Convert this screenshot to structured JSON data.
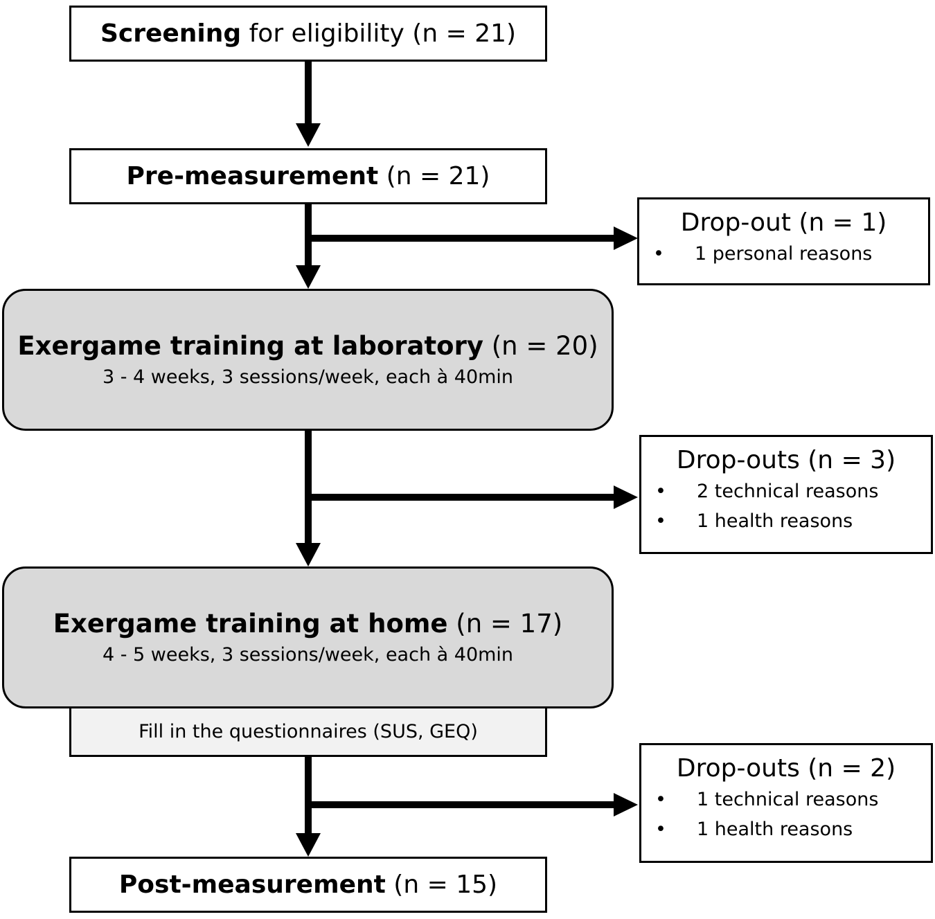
{
  "steps": {
    "screening": {
      "bold": "Screening",
      "rest": " for eligibility (n = 21)"
    },
    "pre": {
      "bold": "Pre-measurement",
      "rest": " (n = 21)"
    },
    "lab": {
      "bold": "Exergame training at laboratory",
      "rest": " (n = 20)",
      "detail": "3 - 4 weeks, 3 sessions/week, each à 40min"
    },
    "home": {
      "bold": "Exergame training at home",
      "rest": " (n = 17)",
      "detail": "4 - 5 weeks, 3 sessions/week, each à 40min"
    },
    "questionnaire": "Fill in the questionnaires (SUS, GEQ)",
    "post": {
      "bold": "Post-measurement",
      "rest": " (n = 15)"
    }
  },
  "dropouts": [
    {
      "title": "Drop-out (n = 1)",
      "bullet": "•",
      "items": [
        "1 personal reasons"
      ]
    },
    {
      "title": "Drop-outs (n = 3)",
      "bullet": "•",
      "items": [
        "2 technical reasons",
        "1 health reasons"
      ]
    },
    {
      "title": "Drop-outs (n = 2)",
      "bullet": "•",
      "items": [
        "1 technical reasons",
        "1 health reasons"
      ]
    }
  ],
  "colors": {
    "process_fill": "#d9d9d9",
    "note_fill": "#f2f2f2",
    "line": "#000000"
  }
}
